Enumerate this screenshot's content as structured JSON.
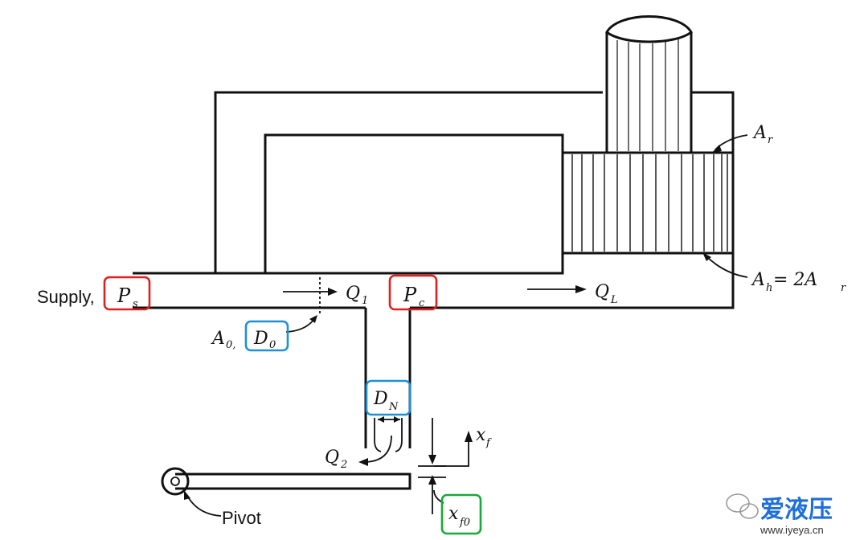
{
  "labels": {
    "supply": "Supply,",
    "ps_main": "P",
    "ps_sub": "s",
    "q1_main": "Q",
    "q1_sub": "1",
    "pc_main": "P",
    "pc_sub": "c",
    "ql_main": "Q",
    "ql_sub": "L",
    "ar_main": "A",
    "ar_sub": "r",
    "ah_eq": "A",
    "ah_sub": "h",
    "ah_rhs": " = 2A",
    "ah_rhs_sub": "r",
    "a0_main": "A",
    "a0_sub": "0,",
    "d0_main": "D",
    "d0_sub": "0",
    "dn_main": "D",
    "dn_sub": "N",
    "q2_main": "Q",
    "q2_sub": "2",
    "xf_main": "x",
    "xf_sub": "f",
    "xf0_main": "x",
    "xf0_sub": "f0",
    "pivot": "Pivot"
  },
  "watermark": {
    "brand": "爱液压",
    "url": "www.iyeya.cn"
  },
  "colors": {
    "highlight_red": "#e02020",
    "highlight_blue": "#1e90d8",
    "highlight_green": "#1aa83a",
    "brand_blue": "#1e6fd9"
  },
  "icons": {
    "wechat": "wechat-icon"
  }
}
